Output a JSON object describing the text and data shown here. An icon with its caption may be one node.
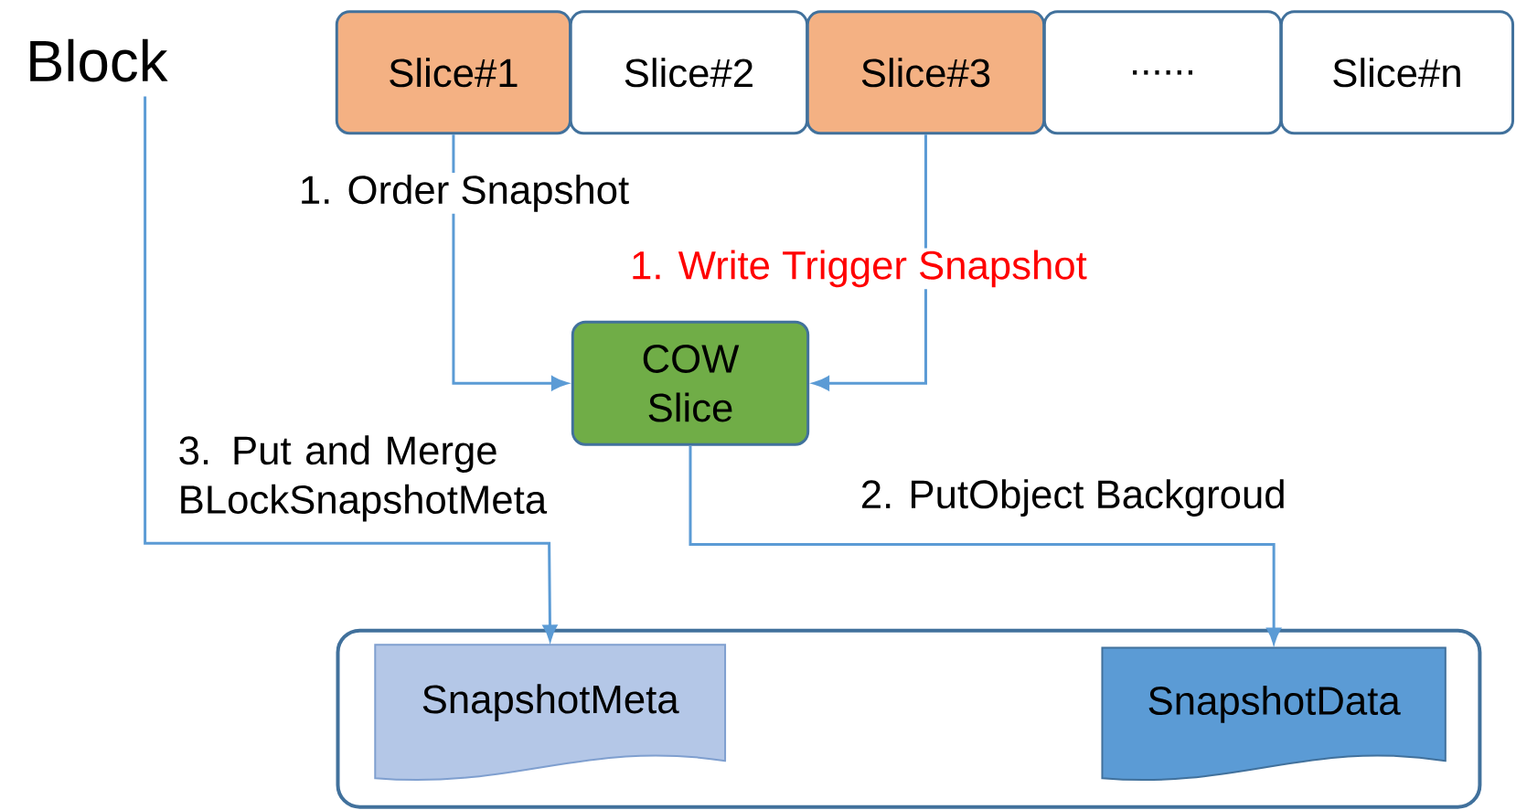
{
  "diagram": {
    "nodes": [
      {
        "text": [
          "Block"
        ]
      },
      {
        "text": [
          "Slice#1"
        ]
      },
      {
        "text": [
          "Slice#2"
        ]
      },
      {
        "text": [
          "Slice#3"
        ]
      },
      {
        "text": [
          "......"
        ]
      },
      {
        "text": [
          "Slice#n"
        ]
      },
      {
        "text": [
          "COW Slice"
        ]
      },
      {
        "text": [],
        "shape": "box"
      },
      {
        "text": [
          "SnapshotMeta"
        ],
        "in": 7
      },
      {
        "text": [
          "SnapshotData"
        ],
        "in": 7
      }
    ],
    "edges": [
      {
        "from": 1,
        "to": 6,
        "arrow": "to",
        "label": "1. Order Snapshot"
      },
      {
        "from": 3,
        "to": 6,
        "arrow": "to",
        "label": "1. Write Trigger Snapshot"
      },
      {
        "from": 6,
        "to": 9,
        "arrow": "to",
        "label": "2. PutObject Backgroud"
      },
      {
        "from": 0,
        "to": 8,
        "arrow": "to",
        "label": "3. Put and Merge BLockSnapshotMeta"
      }
    ]
  }
}
